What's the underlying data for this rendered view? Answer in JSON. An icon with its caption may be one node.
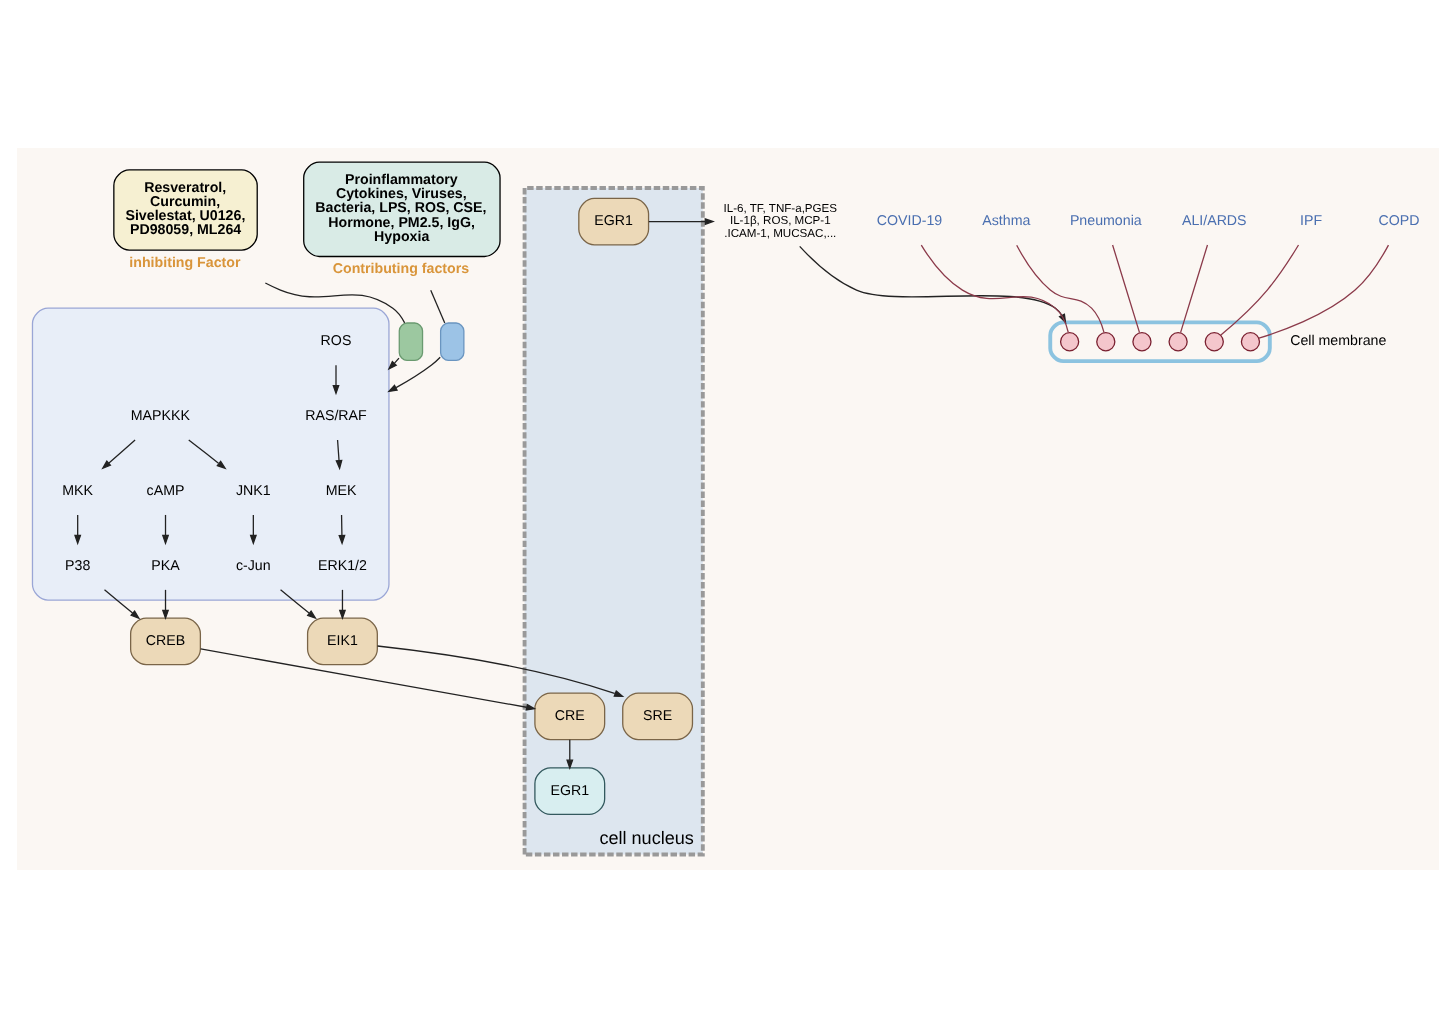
{
  "diagram": {
    "nodes": [
      {
        "text": [
          "Resveratrol, Curcumin, Sivelestat, U0126, PD98059, ML264"
        ],
        "beside": [
          "inhibiting Factor"
        ]
      },
      {
        "text": [
          "Proinflammatory Cytokines, Viruses, Bacteria, LPS, ROS, CSE, Hormone, PM2.5, IgG, Hypoxia"
        ],
        "beside": [
          "Contributing factors"
        ]
      },
      {
        "text": [],
        "shape": "bar"
      },
      {
        "text": [],
        "shape": "bar"
      },
      {
        "text": [],
        "shape": "box"
      },
      {
        "text": [
          "RAS/RAF"
        ],
        "in": 4
      },
      {
        "text": [
          "ROS"
        ],
        "in": 4
      },
      {
        "text": [
          "MEK"
        ],
        "in": 4
      },
      {
        "text": [
          "ERK1/2"
        ],
        "in": 4
      },
      {
        "text": [
          "MAPKKK"
        ],
        "in": 4
      },
      {
        "text": [
          "JNK1"
        ],
        "in": 4
      },
      {
        "text": [
          "c-Jun"
        ],
        "in": 4
      },
      {
        "text": [
          "MKK"
        ],
        "in": 4
      },
      {
        "text": [
          "P38"
        ],
        "in": 4
      },
      {
        "text": [
          "cAMP"
        ],
        "in": 4
      },
      {
        "text": [
          "PKA"
        ],
        "in": 4
      },
      {
        "text": [
          "CREB"
        ]
      },
      {
        "text": [
          "EIK1"
        ]
      },
      {
        "text": [
          "cell nucleus"
        ]
      },
      {
        "text": [
          "EGR1"
        ],
        "in": 18
      },
      {
        "text": [
          "SRE"
        ],
        "in": 18
      },
      {
        "text": [
          "CRE"
        ],
        "in": 18
      },
      {
        "text": [
          "EGR1"
        ],
        "in": 18
      },
      {
        "text": [
          "IL-6, TF, TNF-a,PGES IL-1β, ROS, MCP-1 .ICAM-1, MUCSAC,..."
        ]
      },
      {
        "text": [],
        "shape": "picture"
      },
      {
        "text": [
          "COVID-19"
        ]
      },
      {
        "text": [
          "Asthma"
        ]
      },
      {
        "text": [
          "Pneumonia"
        ]
      },
      {
        "text": [
          "ALI/ARDS"
        ]
      },
      {
        "text": [
          "IPF"
        ]
      },
      {
        "text": [
          "COPD"
        ]
      },
      {
        "text": [],
        "shape": "circle",
        "in": 24
      },
      {
        "text": [],
        "shape": "circle",
        "in": 24
      },
      {
        "text": [],
        "shape": "circle",
        "in": 24
      },
      {
        "text": [],
        "shape": "circle",
        "in": 24
      },
      {
        "text": [],
        "shape": "circle",
        "in": 24
      },
      {
        "text": [],
        "shape": "circle",
        "in": 24
      }
    ],
    "edges": [
      {
        "from": 0,
        "to": 2,
        "arrow": "none"
      },
      {
        "from": 2,
        "to": 4,
        "arrow": "to"
      },
      {
        "from": 1,
        "to": 3,
        "arrow": "none"
      },
      {
        "from": 3,
        "to": 4,
        "arrow": "to"
      },
      {
        "from": 6,
        "to": 5,
        "arrow": "to"
      },
      {
        "from": 5,
        "to": 7,
        "arrow": "to"
      },
      {
        "from": 7,
        "to": 8,
        "arrow": "to"
      },
      {
        "from": 9,
        "to": 10,
        "arrow": "to"
      },
      {
        "from": 9,
        "to": 12,
        "arrow": "to"
      },
      {
        "from": 10,
        "to": 11,
        "arrow": "to"
      },
      {
        "from": 12,
        "to": 13,
        "arrow": "to"
      },
      {
        "from": 14,
        "to": 15,
        "arrow": "to"
      },
      {
        "from": 8,
        "to": 17,
        "arrow": "to"
      },
      {
        "from": 11,
        "to": 17,
        "arrow": "to"
      },
      {
        "from": 13,
        "to": 16,
        "arrow": "to"
      },
      {
        "from": 15,
        "to": 16,
        "arrow": "to"
      },
      {
        "from": 16,
        "to": 21,
        "arrow": "to"
      },
      {
        "from": 17,
        "to": 20,
        "arrow": "to"
      },
      {
        "from": 21,
        "to": 22,
        "arrow": "to"
      },
      {
        "from": 19,
        "to": 23,
        "arrow": "to"
      },
      {
        "from": 23,
        "to": 24,
        "arrow": "to"
      },
      {
        "from": 25,
        "to": 31,
        "arrow": "none",
        "color": "#8b3a4a"
      },
      {
        "from": 26,
        "to": 32,
        "arrow": "none",
        "color": "#8b3a4a"
      },
      {
        "from": 27,
        "to": 33,
        "arrow": "none",
        "color": "#8b3a4a"
      },
      {
        "from": 28,
        "to": 34,
        "arrow": "none",
        "color": "#8b3a4a"
      },
      {
        "from": 29,
        "to": 35,
        "arrow": "none",
        "color": "#8b3a4a"
      },
      {
        "from": 30,
        "to": 36,
        "arrow": "none",
        "color": "#8b3a4a"
      }
    ],
    "labels": [
      "Cell membrane"
    ]
  }
}
